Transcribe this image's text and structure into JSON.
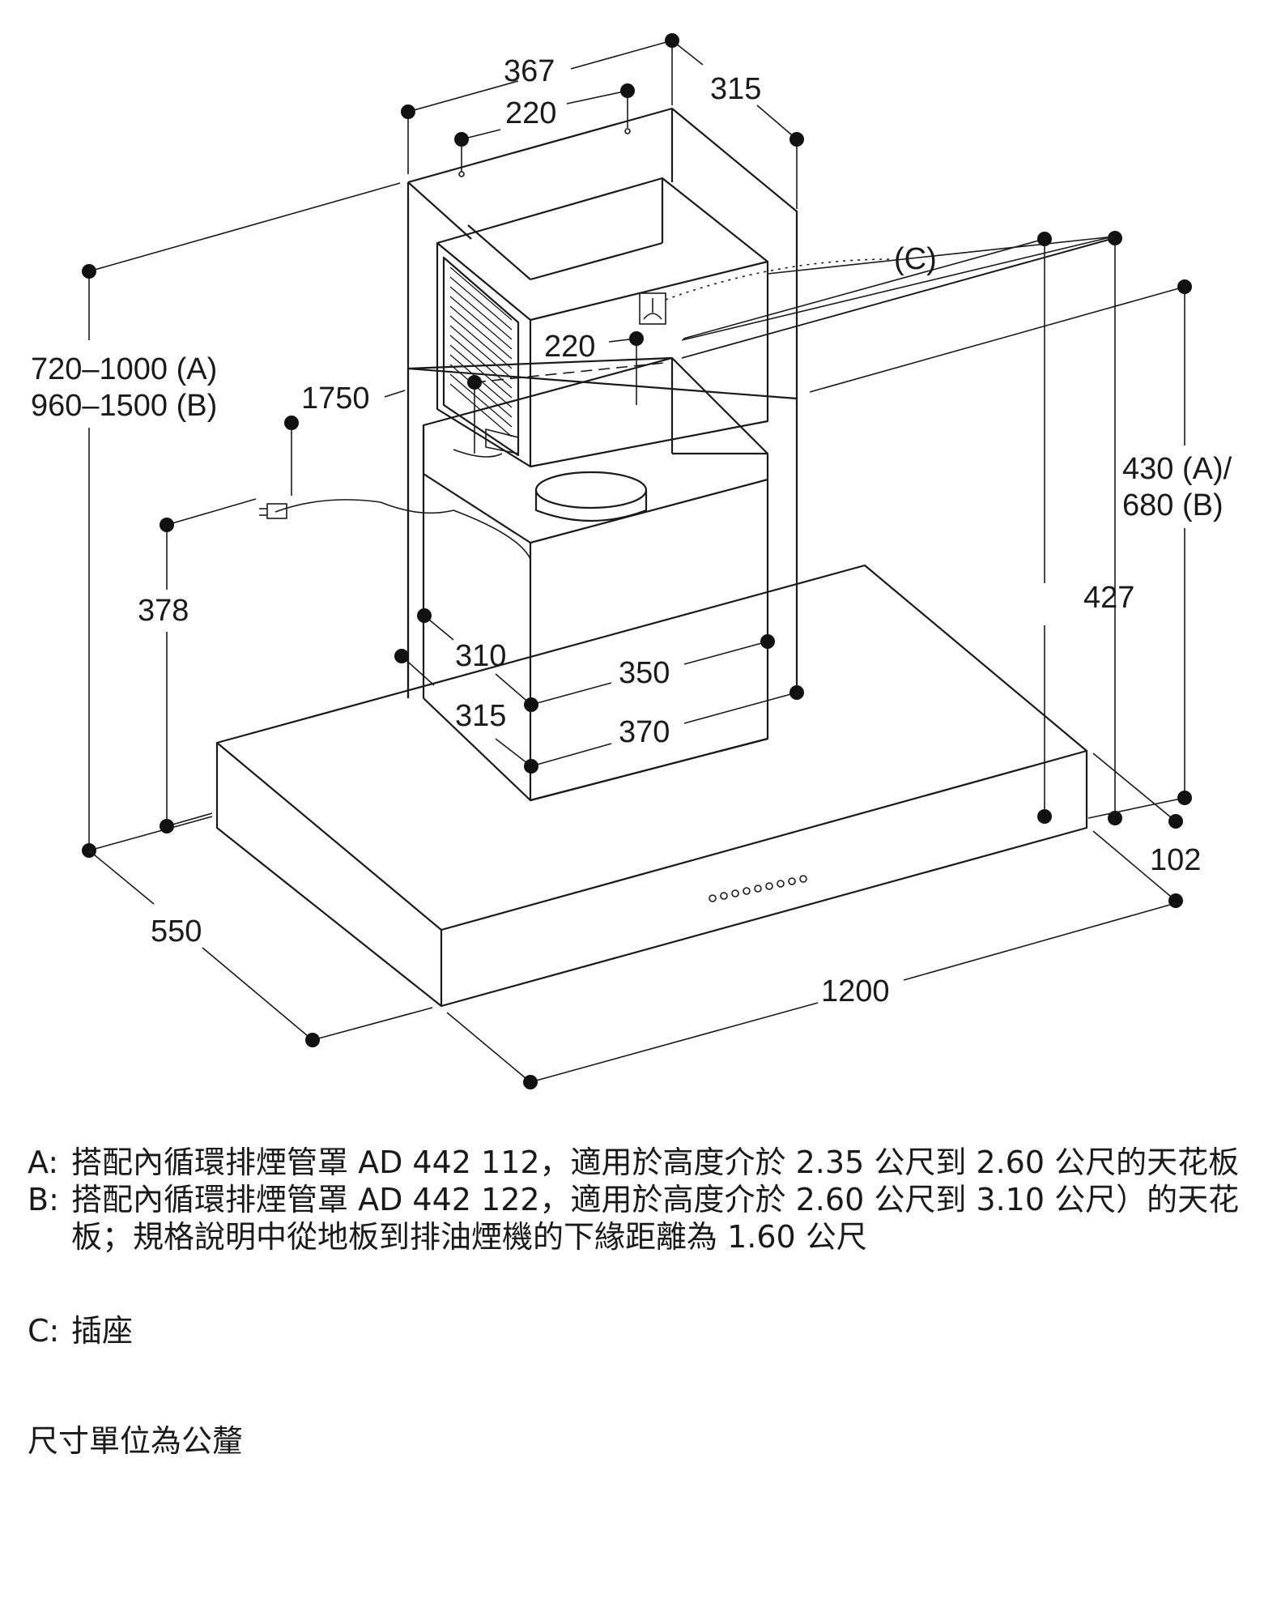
{
  "diagram": {
    "subject": "排油煙機尺寸圖",
    "dimensions": {
      "chimney_width": "367",
      "chimney_depth": "315",
      "top_holes": "220",
      "socket_offset": "220",
      "height_range_a": "720–1000 (A)",
      "height_range_b": "960–1500 (B)",
      "distance_1750": "1750",
      "cable_height": "378",
      "inner_depth": "310",
      "outer_depth": "315",
      "inner_width": "350",
      "outer_width": "370",
      "right_height_a": "430 (A)/",
      "right_height_b": "680 (B)",
      "hood_height": "427",
      "canopy_thickness": "102",
      "canopy_depth": "550",
      "canopy_width": "1200"
    },
    "callout_c": "(C)"
  },
  "notes": {
    "a_key": "A:",
    "a_text": "搭配內循環排煙管罩 AD 442 112，適用於高度介於 2.35 公尺到 2.60 公尺的天花板",
    "b_key": "B:",
    "b_text": "搭配內循環排煙管罩 AD 442 122，適用於高度介於 2.60 公尺到 3.10 公尺）的天花板；規格說明中從地板到排油煙機的下緣距離為 1.60 公尺",
    "c_key": "C:",
    "c_text": "插座",
    "units": "尺寸單位為公釐"
  }
}
